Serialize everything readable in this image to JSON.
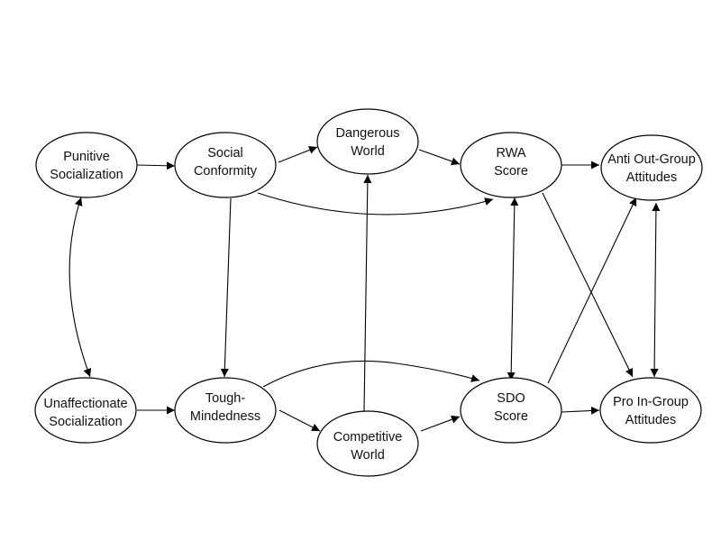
{
  "diagram": {
    "type": "path-model",
    "nodes": [
      {
        "id": "punitive",
        "lines": [
          "Punitive",
          "Socialization"
        ]
      },
      {
        "id": "social",
        "lines": [
          "Social",
          "Conformity"
        ]
      },
      {
        "id": "dangerous",
        "lines": [
          "Dangerous",
          "World"
        ]
      },
      {
        "id": "rwa",
        "lines": [
          "RWA",
          "Score"
        ]
      },
      {
        "id": "anti",
        "lines": [
          "Anti Out-Group",
          "Attitudes"
        ]
      },
      {
        "id": "unaff",
        "lines": [
          "Unaffectionate",
          "Socialization"
        ]
      },
      {
        "id": "tough",
        "lines": [
          "Tough-",
          "Mindedness"
        ]
      },
      {
        "id": "competitive",
        "lines": [
          "Competitive",
          "World"
        ]
      },
      {
        "id": "sdo",
        "lines": [
          "SDO",
          "Score"
        ]
      },
      {
        "id": "pro",
        "lines": [
          "Pro In-Group",
          "Attitudes"
        ]
      }
    ],
    "edges": [
      {
        "from": "punitive",
        "to": "social",
        "type": "directed"
      },
      {
        "from": "social",
        "to": "dangerous",
        "type": "directed"
      },
      {
        "from": "dangerous",
        "to": "rwa",
        "type": "directed"
      },
      {
        "from": "rwa",
        "to": "anti",
        "type": "directed"
      },
      {
        "from": "social",
        "to": "rwa",
        "type": "directed"
      },
      {
        "from": "social",
        "to": "tough",
        "type": "directed"
      },
      {
        "from": "punitive",
        "to": "unaff",
        "type": "bidirectional"
      },
      {
        "from": "unaff",
        "to": "tough",
        "type": "directed"
      },
      {
        "from": "tough",
        "to": "competitive",
        "type": "directed"
      },
      {
        "from": "tough",
        "to": "sdo",
        "type": "directed"
      },
      {
        "from": "competitive",
        "to": "dangerous",
        "type": "directed"
      },
      {
        "from": "competitive",
        "to": "sdo",
        "type": "directed"
      },
      {
        "from": "sdo",
        "to": "pro",
        "type": "directed"
      },
      {
        "from": "rwa",
        "to": "sdo",
        "type": "bidirectional"
      },
      {
        "from": "rwa",
        "to": "pro",
        "type": "directed"
      },
      {
        "from": "sdo",
        "to": "anti",
        "type": "directed"
      },
      {
        "from": "anti",
        "to": "pro",
        "type": "bidirectional"
      }
    ]
  }
}
